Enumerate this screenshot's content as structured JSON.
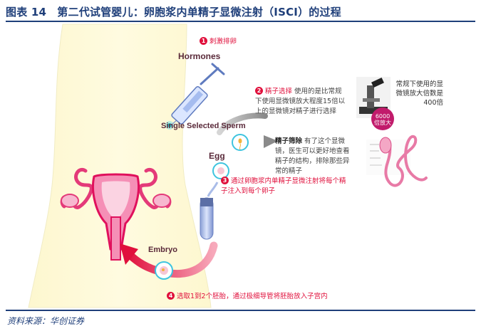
{
  "figure": {
    "title": "图表 14　第二代试管婴儿：卵胞浆内单精子显微注射（ISCI）的过程",
    "source": "资料来源：华创证券"
  },
  "labels": {
    "hormones": "Hormones",
    "sperm": "Single Selected Sperm",
    "egg": "Egg",
    "embryo": "Embryo"
  },
  "steps": [
    {
      "num": "1",
      "title": "刺激排卵",
      "body": ""
    },
    {
      "num": "2",
      "title": "精子选择",
      "body": "使用的是比常规下使用显微镜放大程度15倍以上的显微镜对精子进行选择"
    },
    {
      "num": "3",
      "title": "通过卵胞浆内单精子显微注射将每个精子注入到每个卵子",
      "body": ""
    },
    {
      "num": "4",
      "title": "选取1到2个胚胎，通过极细导管将胚胎放入子宫内",
      "body": ""
    }
  ],
  "sperm_screening": {
    "title": "精子筛除",
    "body": "有了这个显微镜，医生可以更好地查看精子的结构，排除那些异常的精子"
  },
  "microscope": {
    "note": "常规下使用的显微镜放大倍数是400倍",
    "badge": "6000倍放大"
  }
}
